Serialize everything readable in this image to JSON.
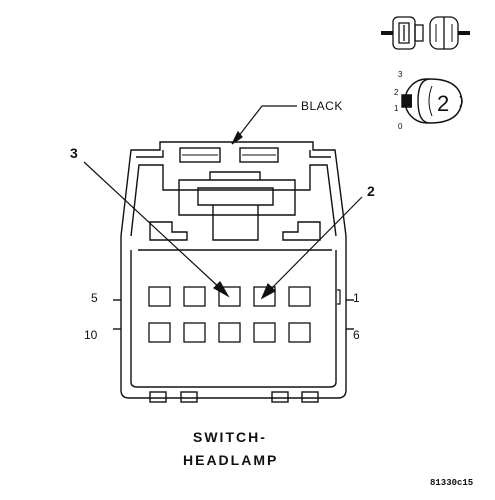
{
  "connector": {
    "color_label": "BLACK",
    "callouts": {
      "left": "3",
      "right": "2"
    },
    "pin_labels": {
      "top_left": "5",
      "top_right": "1",
      "bottom_left": "10",
      "bottom_right": "6"
    }
  },
  "switch_icon": {
    "positions": [
      "3",
      "2",
      "1",
      "0"
    ],
    "selected": "2"
  },
  "caption": {
    "line1": "SWITCH-",
    "line2": "HEADLAMP"
  },
  "figure_id": "81330c15"
}
